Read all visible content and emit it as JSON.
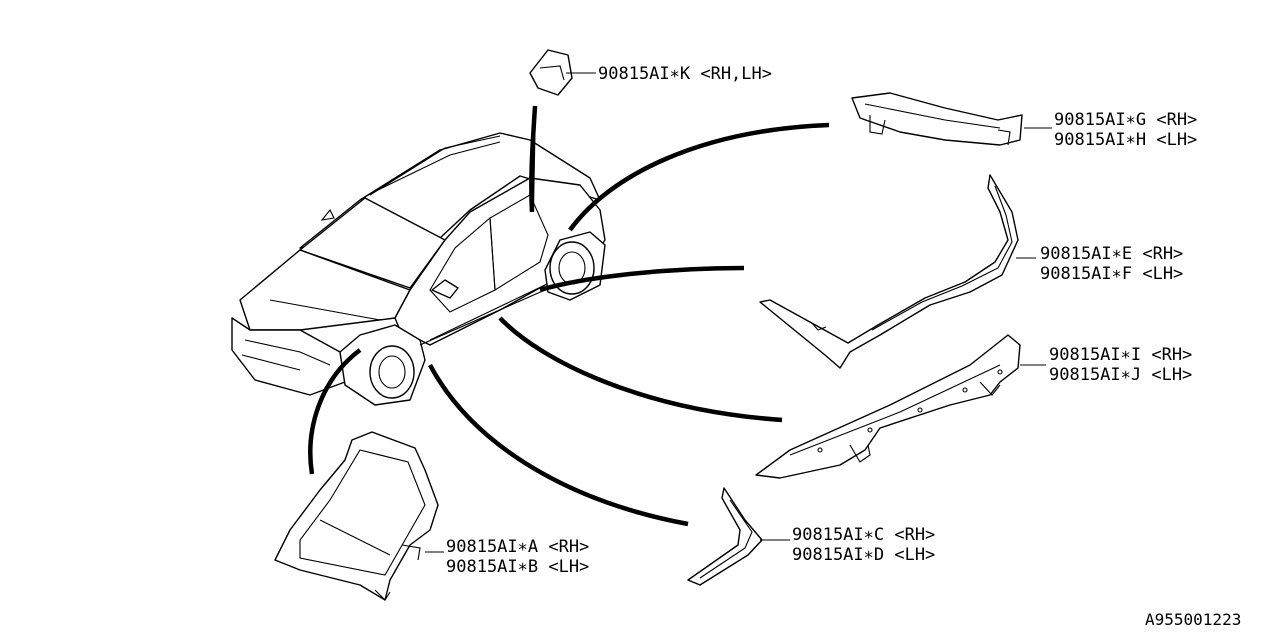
{
  "labels": {
    "k": "90815AI∗K <RH,LH>",
    "g": "90815AI∗G <RH>",
    "h": "90815AI∗H <LH>",
    "e": "90815AI∗E <RH>",
    "f": "90815AI∗F <LH>",
    "i": "90815AI∗I <RH>",
    "j": "90815AI∗J <LH>",
    "c": "90815AI∗C <RH>",
    "d": "90815AI∗D <LH>",
    "a": "90815AI∗A <RH>",
    "b": "90815AI∗B <LH>"
  },
  "reference": "A955001223"
}
